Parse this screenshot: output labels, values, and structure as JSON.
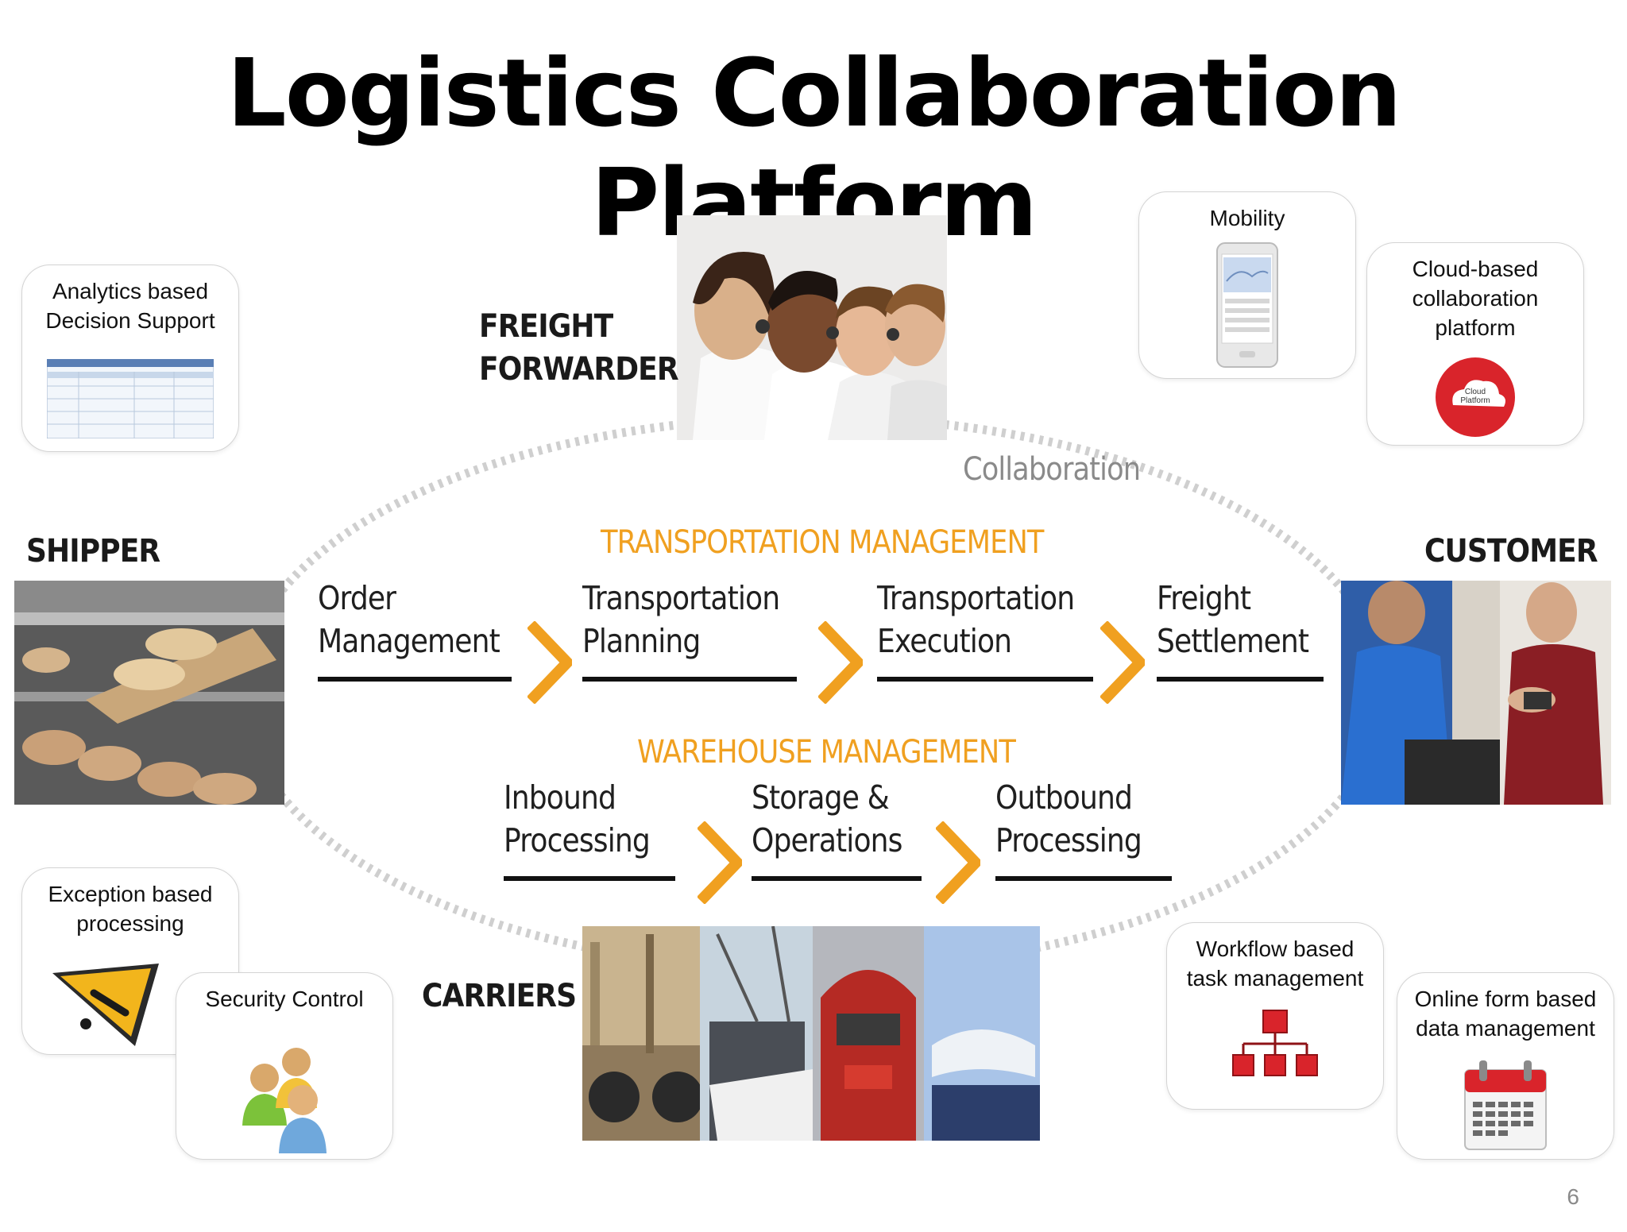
{
  "title": "Logistics Collaboration Platform",
  "features": {
    "analytics": "Analytics based\nDecision Support",
    "mobility": "Mobility",
    "cloud": "Cloud-based\ncollaboration\nplatform",
    "cloud_icon_text": "Cloud\nPlatform",
    "exception": "Exception based\nprocessing",
    "security": "Security Control",
    "workflow": "Workflow based\ntask management",
    "online_form": "Online form based\ndata management"
  },
  "actors": {
    "freight_forwarder": "FREIGHT\nFORWARDER",
    "shipper": "SHIPPER",
    "customer": "CUSTOMER",
    "carriers": "CARRIERS"
  },
  "collaboration_label": "Collaboration",
  "transportation": {
    "title": "TRANSPORTATION MANAGEMENT",
    "steps": [
      "Order\nManagement",
      "Transportation\nPlanning",
      "Transportation\nExecution",
      "Freight\nSettlement"
    ]
  },
  "warehouse": {
    "title": "WAREHOUSE MANAGEMENT",
    "steps": [
      "Inbound\nProcessing",
      "Storage &\nOperations",
      "Outbound\nProcessing"
    ]
  },
  "page_number": "6",
  "colors": {
    "accent": "#f0a020",
    "icon_red": "#d9242b",
    "warning_yellow": "#f2b51c"
  },
  "icons": {
    "analytics": "spreadsheet-screenshot-icon",
    "mobility": "smartphone-icon",
    "cloud": "cloud-platform-icon",
    "exception": "warning-sign-icon",
    "security": "user-group-icon",
    "workflow": "org-chart-icon",
    "online_form": "calendar-icon"
  }
}
